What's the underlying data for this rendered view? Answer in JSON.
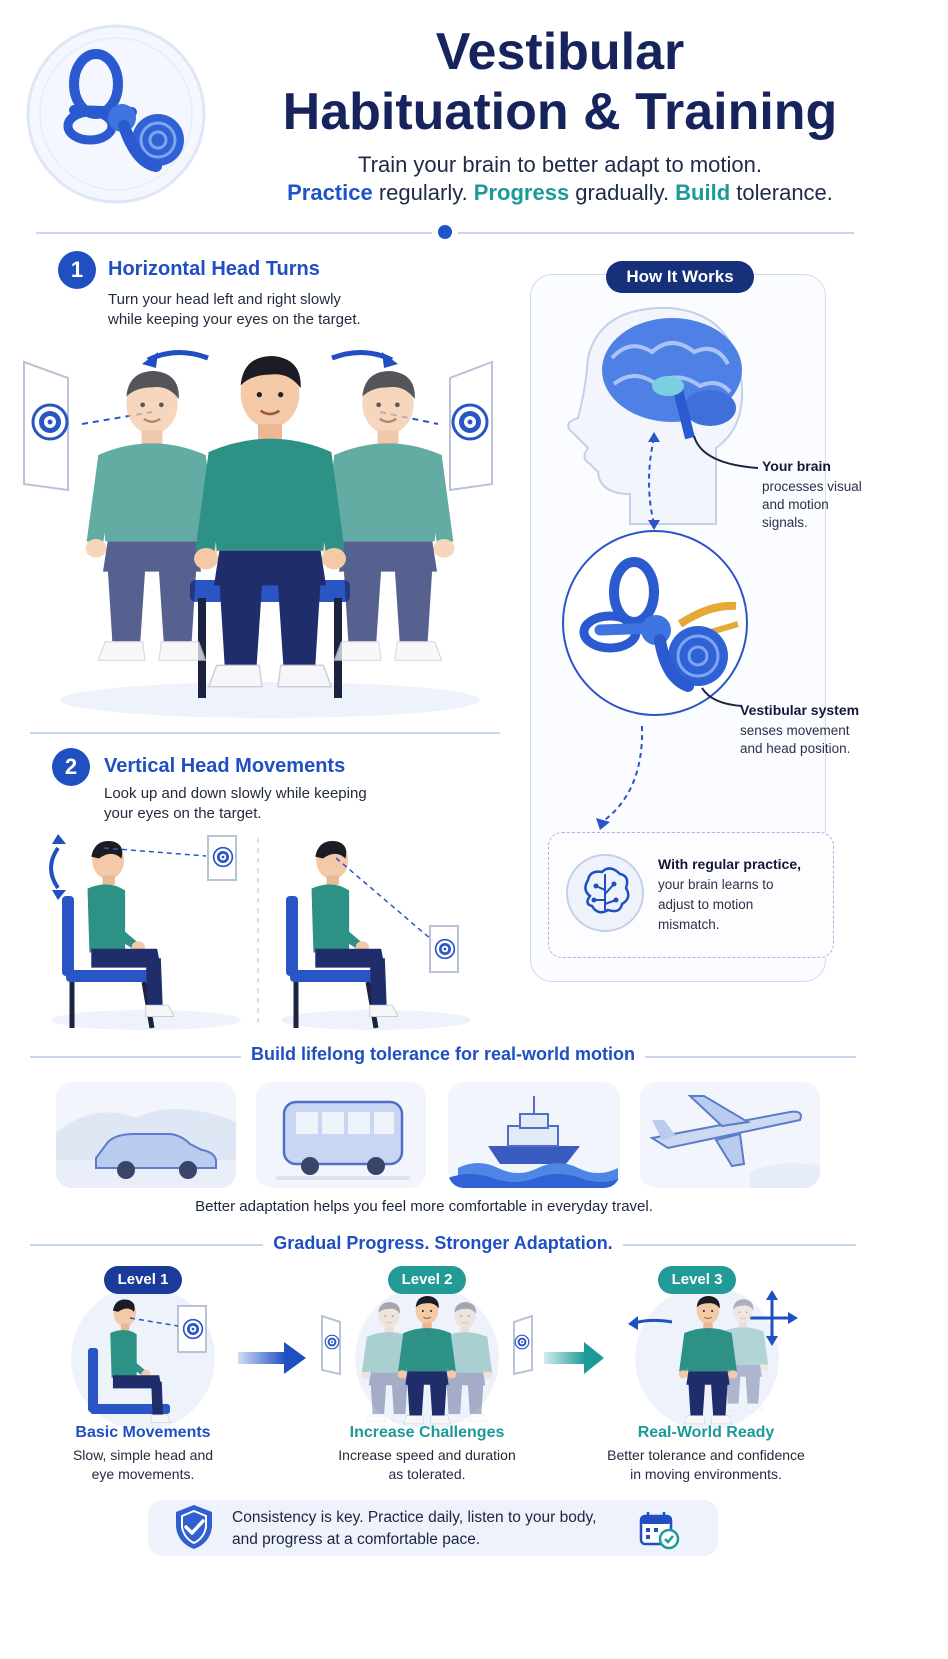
{
  "header": {
    "title_line1": "Vestibular",
    "title_line2": "Habituation & Training",
    "subtitle": "Train your brain to better adapt to motion.",
    "tagline": [
      {
        "word": "Practice",
        "rest": " regularly. "
      },
      {
        "word": "Progress",
        "rest": " gradually. "
      },
      {
        "word": "Build",
        "rest": " tolerance."
      }
    ]
  },
  "exercise1": {
    "number": "1",
    "title": "Horizontal Head Turns",
    "desc_line1": "Turn your head left and right slowly",
    "desc_line2": "while keeping your eyes on the target."
  },
  "exercise2": {
    "number": "2",
    "title": "Vertical Head Movements",
    "desc_line1": "Look up and down slowly while keeping",
    "desc_line2": "your eyes on the target."
  },
  "how_it_works": {
    "label": "How It Works",
    "brain_title": "Your brain",
    "brain_line1": "processes visual",
    "brain_line2": "and motion",
    "brain_line3": "signals.",
    "vest_title": "Vestibular system",
    "vest_line1": "senses movement",
    "vest_line2": "and head position.",
    "practice_title": "With regular practice,",
    "practice_line1": "your brain learns to",
    "practice_line2": "adjust to motion",
    "practice_line3": "mismatch."
  },
  "travel": {
    "heading": "Build lifelong tolerance for real-world motion",
    "caption": "Better adaptation helps you feel more comfortable in everyday travel."
  },
  "progress": {
    "heading": "Gradual Progress. Stronger Adaptation.",
    "levels": [
      {
        "label": "Level 1",
        "title": "Basic Movements",
        "line1": "Slow, simple head and",
        "line2": "eye movements."
      },
      {
        "label": "Level 2",
        "title": "Increase Challenges",
        "line1": "Increase speed and duration",
        "line2": "as tolerated."
      },
      {
        "label": "Level 3",
        "title": "Real-World Ready",
        "line1": "Better tolerance and confidence",
        "line2": "in moving environments."
      }
    ]
  },
  "footer": {
    "line1": "Consistency is key. Practice daily, listen to your body,",
    "line2": "and progress at a comfortable pace."
  },
  "colors": {
    "navy": "#17235c",
    "blue": "#1f54c9",
    "teal": "#1c9a98",
    "shirt": "#2e8f86",
    "pants": "#1f2d6b"
  }
}
